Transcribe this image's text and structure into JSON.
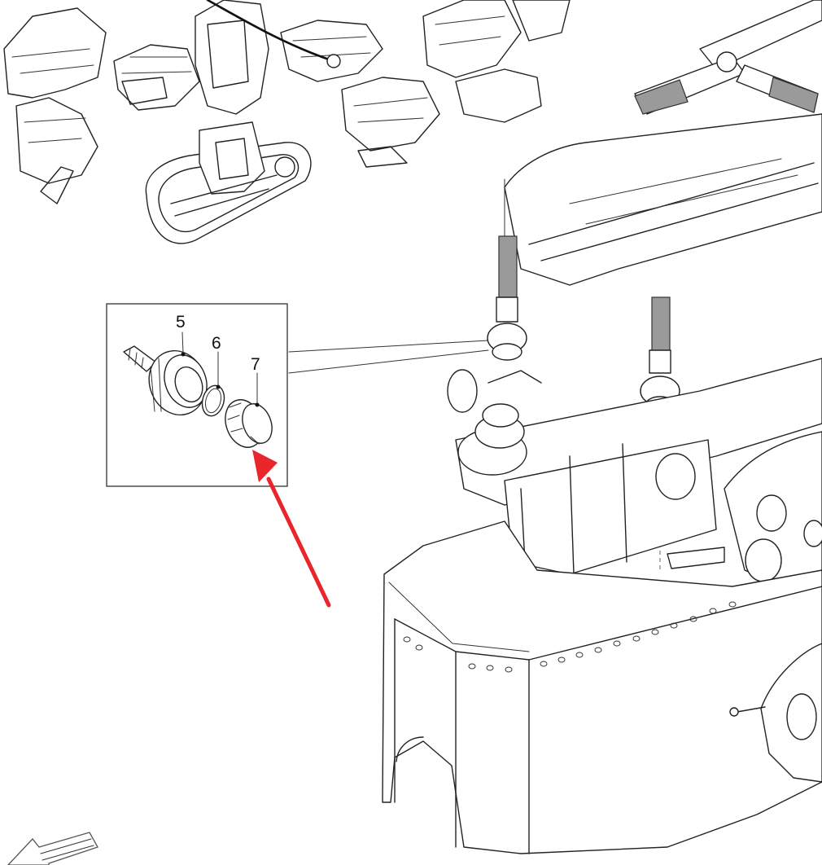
{
  "diagram": {
    "callouts": [
      {
        "id": "part-5",
        "label": "5"
      },
      {
        "id": "part-6",
        "label": "6"
      },
      {
        "id": "part-7",
        "label": "7"
      }
    ],
    "arrow_color": "#e8262b",
    "line_color": "#222222",
    "shaded_color": "#9a9a9a"
  }
}
